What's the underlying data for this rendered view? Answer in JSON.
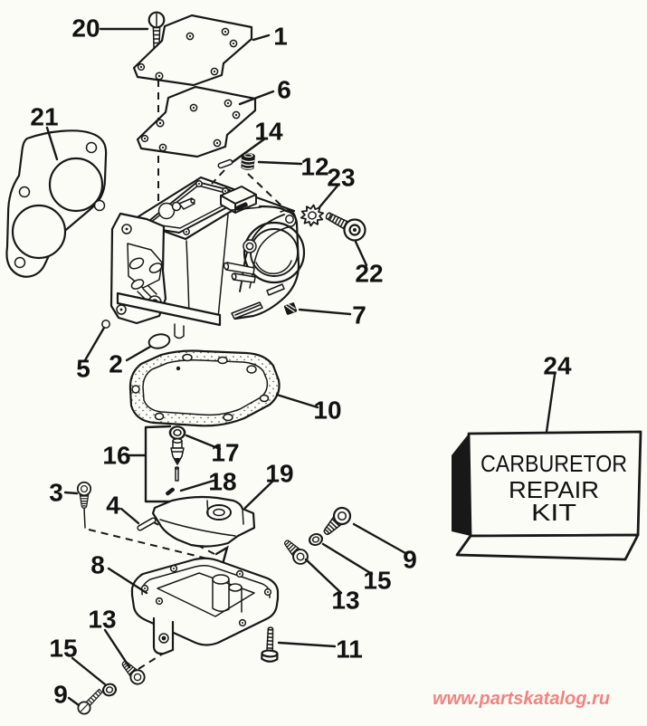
{
  "diagram": {
    "background": "#fcfcf7",
    "line_color": "#181818",
    "callout_labels": [
      "20",
      "1",
      "6",
      "21",
      "14",
      "12",
      "23",
      "22",
      "7",
      "5",
      "2",
      "10",
      "24",
      "16",
      "17",
      "18",
      "3",
      "4",
      "19",
      "9",
      "15",
      "13",
      "8",
      "13",
      "15",
      "9",
      "11"
    ],
    "kit_box": {
      "lines": [
        "CARBURETOR",
        "REPAIR",
        "KIT"
      ]
    },
    "watermark": {
      "text": "www.partskatalog.ru",
      "color": "#f4827f"
    }
  }
}
